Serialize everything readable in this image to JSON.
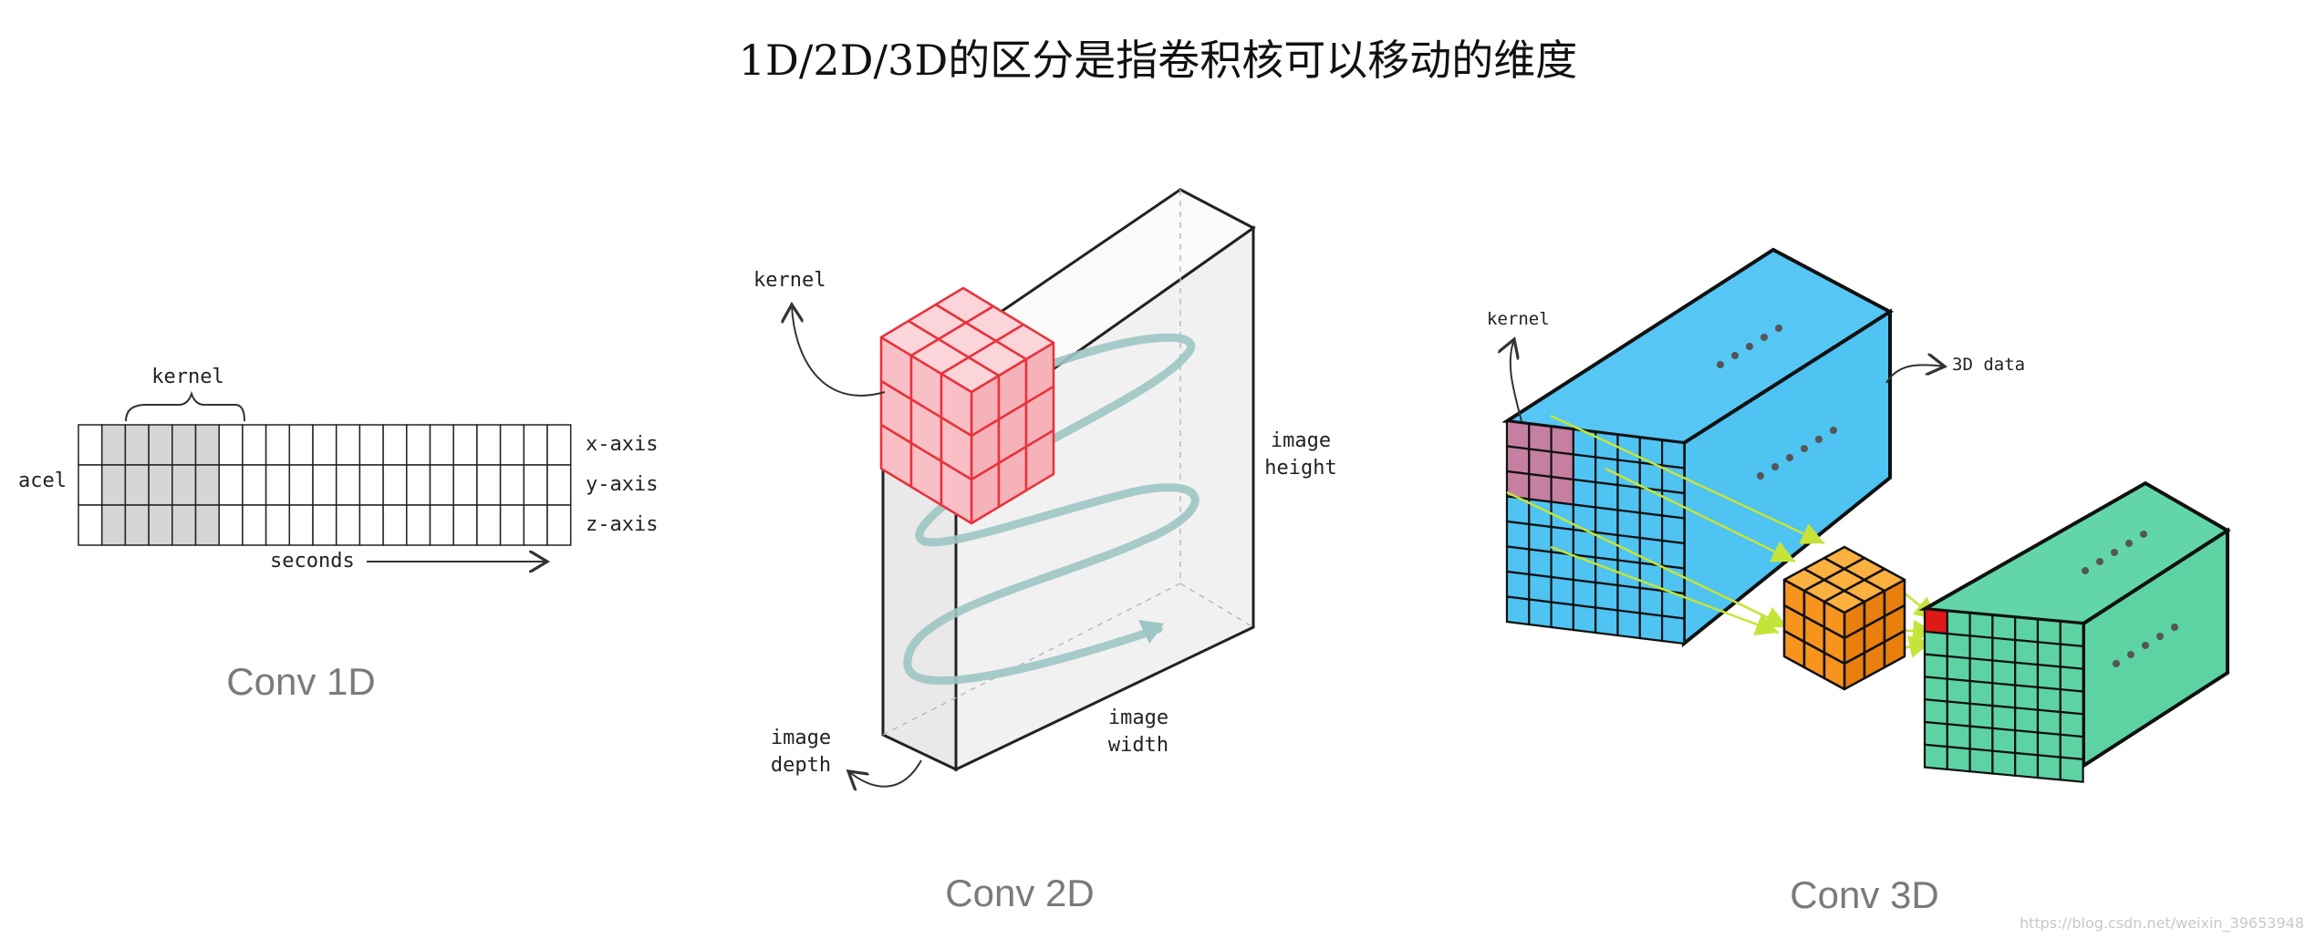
{
  "title": "1D/2D/3D的区分是指卷积核可以移动的维度",
  "conv1d": {
    "caption": "Conv 1D",
    "kernel_label": "kernel",
    "row_group_label": "acel",
    "axis_labels": [
      "x-axis",
      "y-axis",
      "z-axis"
    ],
    "time_label": "seconds",
    "grid_rows": 3,
    "grid_cols": 21,
    "kernel_cols": 5
  },
  "conv2d": {
    "caption": "Conv 2D",
    "kernel_label": "kernel",
    "height_label": [
      "image",
      "height"
    ],
    "width_label": [
      "image",
      "width"
    ],
    "depth_label": [
      "image",
      "depth"
    ]
  },
  "conv3d": {
    "caption": "Conv 3D",
    "kernel_label": "kernel",
    "data_label": "3D data"
  },
  "watermark": "https://blog.csdn.net/weixin_39653948",
  "colors": {
    "kernel_red": "#e8323c",
    "kernel_fill": "#f8c9cd",
    "data_blue": "#4fc3f2",
    "data_green": "#5dd3a4",
    "cube_orange": "#f7941d",
    "arrow_lime": "#c5e43a",
    "spiral": "#9cc5c3"
  }
}
